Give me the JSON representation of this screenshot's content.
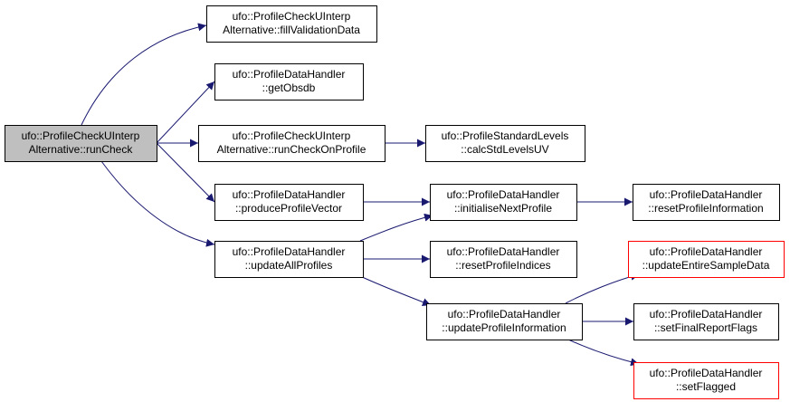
{
  "colors": {
    "edge": "#191970",
    "node_border": "#000000",
    "node_border_highlight": "#ff0000",
    "root_fill": "#bfbfbf",
    "node_fill": "#ffffff"
  },
  "nodes": [
    {
      "id": "runCheck",
      "lines": [
        "ufo::ProfileCheckUInterp",
        "Alternative::runCheck"
      ],
      "root": true
    },
    {
      "id": "fillValidationData",
      "lines": [
        "ufo::ProfileCheckUInterp",
        "Alternative::fillValidationData"
      ]
    },
    {
      "id": "getObsdb",
      "lines": [
        "ufo::ProfileDataHandler",
        "::getObsdb"
      ]
    },
    {
      "id": "runCheckOnProfile",
      "lines": [
        "ufo::ProfileCheckUInterp",
        "Alternative::runCheckOnProfile"
      ]
    },
    {
      "id": "calcStdLevelsUV",
      "lines": [
        "ufo::ProfileStandardLevels",
        "::calcStdLevelsUV"
      ]
    },
    {
      "id": "produceProfileVector",
      "lines": [
        "ufo::ProfileDataHandler",
        "::produceProfileVector"
      ]
    },
    {
      "id": "initialiseNextProfile",
      "lines": [
        "ufo::ProfileDataHandler",
        "::initialiseNextProfile"
      ]
    },
    {
      "id": "resetProfileInformation",
      "lines": [
        "ufo::ProfileDataHandler",
        "::resetProfileInformation"
      ]
    },
    {
      "id": "updateAllProfiles",
      "lines": [
        "ufo::ProfileDataHandler",
        "::updateAllProfiles"
      ]
    },
    {
      "id": "resetProfileIndices",
      "lines": [
        "ufo::ProfileDataHandler",
        "::resetProfileIndices"
      ]
    },
    {
      "id": "updateEntireSampleData",
      "lines": [
        "ufo::ProfileDataHandler",
        "::updateEntireSampleData"
      ],
      "highlight": true
    },
    {
      "id": "updateProfileInformation",
      "lines": [
        "ufo::ProfileDataHandler",
        "::updateProfileInformation"
      ]
    },
    {
      "id": "setFinalReportFlags",
      "lines": [
        "ufo::ProfileDataHandler",
        "::setFinalReportFlags"
      ]
    },
    {
      "id": "setFlagged",
      "lines": [
        "ufo::ProfileDataHandler",
        "::setFlagged"
      ],
      "highlight": true
    }
  ],
  "edges": [
    [
      "runCheck",
      "fillValidationData"
    ],
    [
      "runCheck",
      "getObsdb"
    ],
    [
      "runCheck",
      "runCheckOnProfile"
    ],
    [
      "runCheck",
      "produceProfileVector"
    ],
    [
      "runCheck",
      "updateAllProfiles"
    ],
    [
      "runCheckOnProfile",
      "calcStdLevelsUV"
    ],
    [
      "produceProfileVector",
      "initialiseNextProfile"
    ],
    [
      "initialiseNextProfile",
      "resetProfileInformation"
    ],
    [
      "updateAllProfiles",
      "initialiseNextProfile"
    ],
    [
      "updateAllProfiles",
      "resetProfileIndices"
    ],
    [
      "updateAllProfiles",
      "updateProfileInformation"
    ],
    [
      "updateProfileInformation",
      "updateEntireSampleData"
    ],
    [
      "updateProfileInformation",
      "setFinalReportFlags"
    ],
    [
      "updateProfileInformation",
      "setFlagged"
    ]
  ]
}
